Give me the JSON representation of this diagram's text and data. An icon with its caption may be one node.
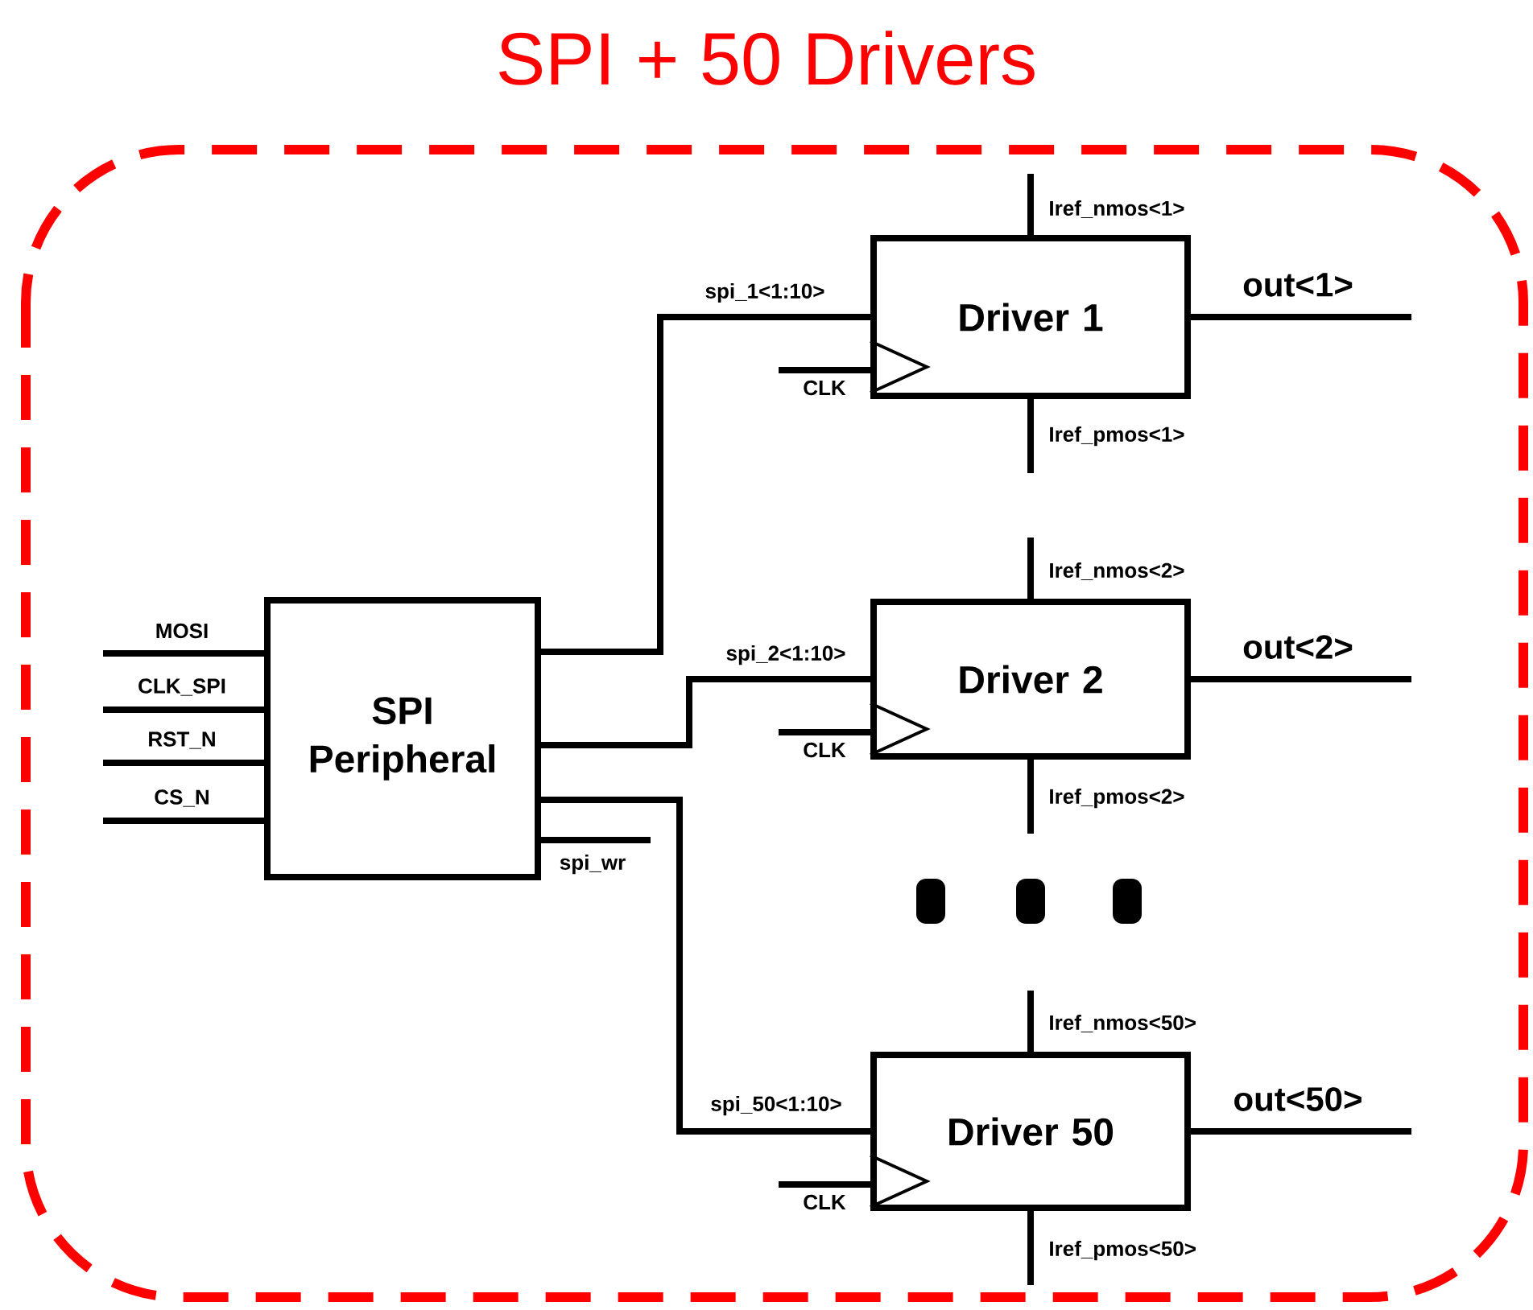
{
  "diagram": {
    "title": "SPI + 50 Drivers",
    "nodes": [
      {
        "text": [
          "SPI Peripheral"
        ]
      },
      {
        "text": [
          "Driver 1"
        ]
      },
      {
        "text": [
          "Driver 2"
        ]
      },
      {
        "text": [
          "Driver 50"
        ]
      }
    ],
    "edges": [
      {
        "from": null,
        "to": 0,
        "arrow": "none",
        "label": "MOSI"
      },
      {
        "from": null,
        "to": 0,
        "arrow": "none",
        "label": "CLK_SPI"
      },
      {
        "from": null,
        "to": 0,
        "arrow": "none",
        "label": "RST_N"
      },
      {
        "from": null,
        "to": 0,
        "arrow": "none",
        "label": "CS_N"
      },
      {
        "from": 0,
        "to": 1,
        "arrow": "none",
        "label": "spi_1<1:10>"
      },
      {
        "from": 0,
        "to": 2,
        "arrow": "none",
        "label": "spi_2<1:10>"
      },
      {
        "from": 0,
        "to": 3,
        "arrow": "none",
        "label": "spi_50<1:10>"
      },
      {
        "from": 0,
        "to": null,
        "arrow": "none",
        "label": "spi_wr"
      },
      {
        "from": null,
        "to": 1,
        "arrow": "none",
        "label": "Iref_nmos<1>"
      },
      {
        "from": null,
        "to": 1,
        "arrow": "none",
        "label": "CLK"
      },
      {
        "from": null,
        "to": 1,
        "arrow": "none",
        "label": "Iref_pmos<1>"
      },
      {
        "from": 1,
        "to": null,
        "arrow": "none",
        "label": "out<1>"
      },
      {
        "from": null,
        "to": 2,
        "arrow": "none",
        "label": "Iref_nmos<2>"
      },
      {
        "from": null,
        "to": 2,
        "arrow": "none",
        "label": "CLK"
      },
      {
        "from": null,
        "to": 2,
        "arrow": "none",
        "label": "Iref_pmos<2>"
      },
      {
        "from": 2,
        "to": null,
        "arrow": "none",
        "label": "out<2>"
      },
      {
        "from": null,
        "to": 3,
        "arrow": "none",
        "label": "Iref_nmos<50>"
      },
      {
        "from": null,
        "to": 3,
        "arrow": "none",
        "label": "CLK"
      },
      {
        "from": null,
        "to": 3,
        "arrow": "none",
        "label": "Iref_pmos<50>"
      },
      {
        "from": 3,
        "to": null,
        "arrow": "none",
        "label": "out<50>"
      }
    ]
  }
}
